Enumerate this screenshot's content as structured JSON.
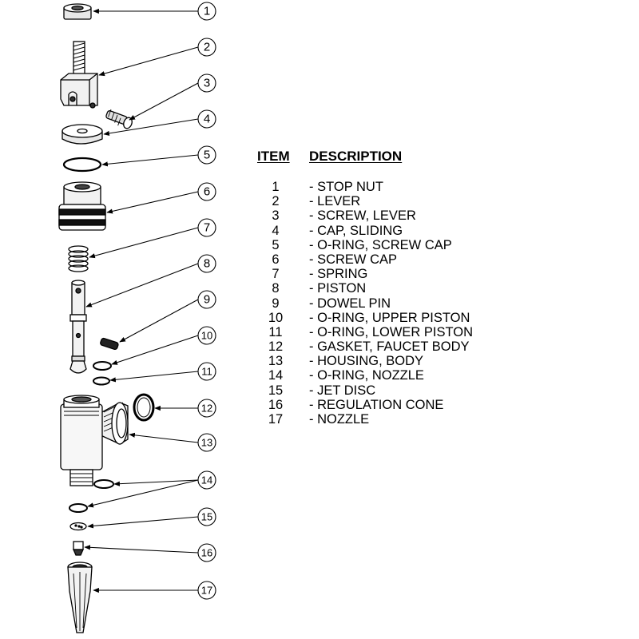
{
  "table": {
    "header_item": "ITEM",
    "header_description": "DESCRIPTION",
    "rows": [
      {
        "item": "1",
        "description": "- STOP NUT"
      },
      {
        "item": "2",
        "description": "- LEVER"
      },
      {
        "item": "3",
        "description": "- SCREW, LEVER"
      },
      {
        "item": "4",
        "description": "- CAP, SLIDING"
      },
      {
        "item": "5",
        "description": "- O-RING, SCREW CAP"
      },
      {
        "item": "6",
        "description": "- SCREW CAP"
      },
      {
        "item": "7",
        "description": "- SPRING"
      },
      {
        "item": "8",
        "description": "- PISTON"
      },
      {
        "item": "9",
        "description": "- DOWEL PIN"
      },
      {
        "item": "10",
        "description": "- O-RING, UPPER PISTON"
      },
      {
        "item": "11",
        "description": "- O-RING, LOWER PISTON"
      },
      {
        "item": "12",
        "description": "- GASKET, FAUCET BODY"
      },
      {
        "item": "13",
        "description": "- HOUSING, BODY"
      },
      {
        "item": "14",
        "description": "- O-RING, NOZZLE"
      },
      {
        "item": "15",
        "description": "- JET DISC"
      },
      {
        "item": "16",
        "description": "- REGULATION CONE"
      },
      {
        "item": "17",
        "description": "- NOZZLE"
      }
    ]
  },
  "callouts": [
    "1",
    "2",
    "3",
    "4",
    "5",
    "6",
    "7",
    "8",
    "9",
    "10",
    "11",
    "12",
    "13",
    "14",
    "15",
    "16",
    "17"
  ]
}
